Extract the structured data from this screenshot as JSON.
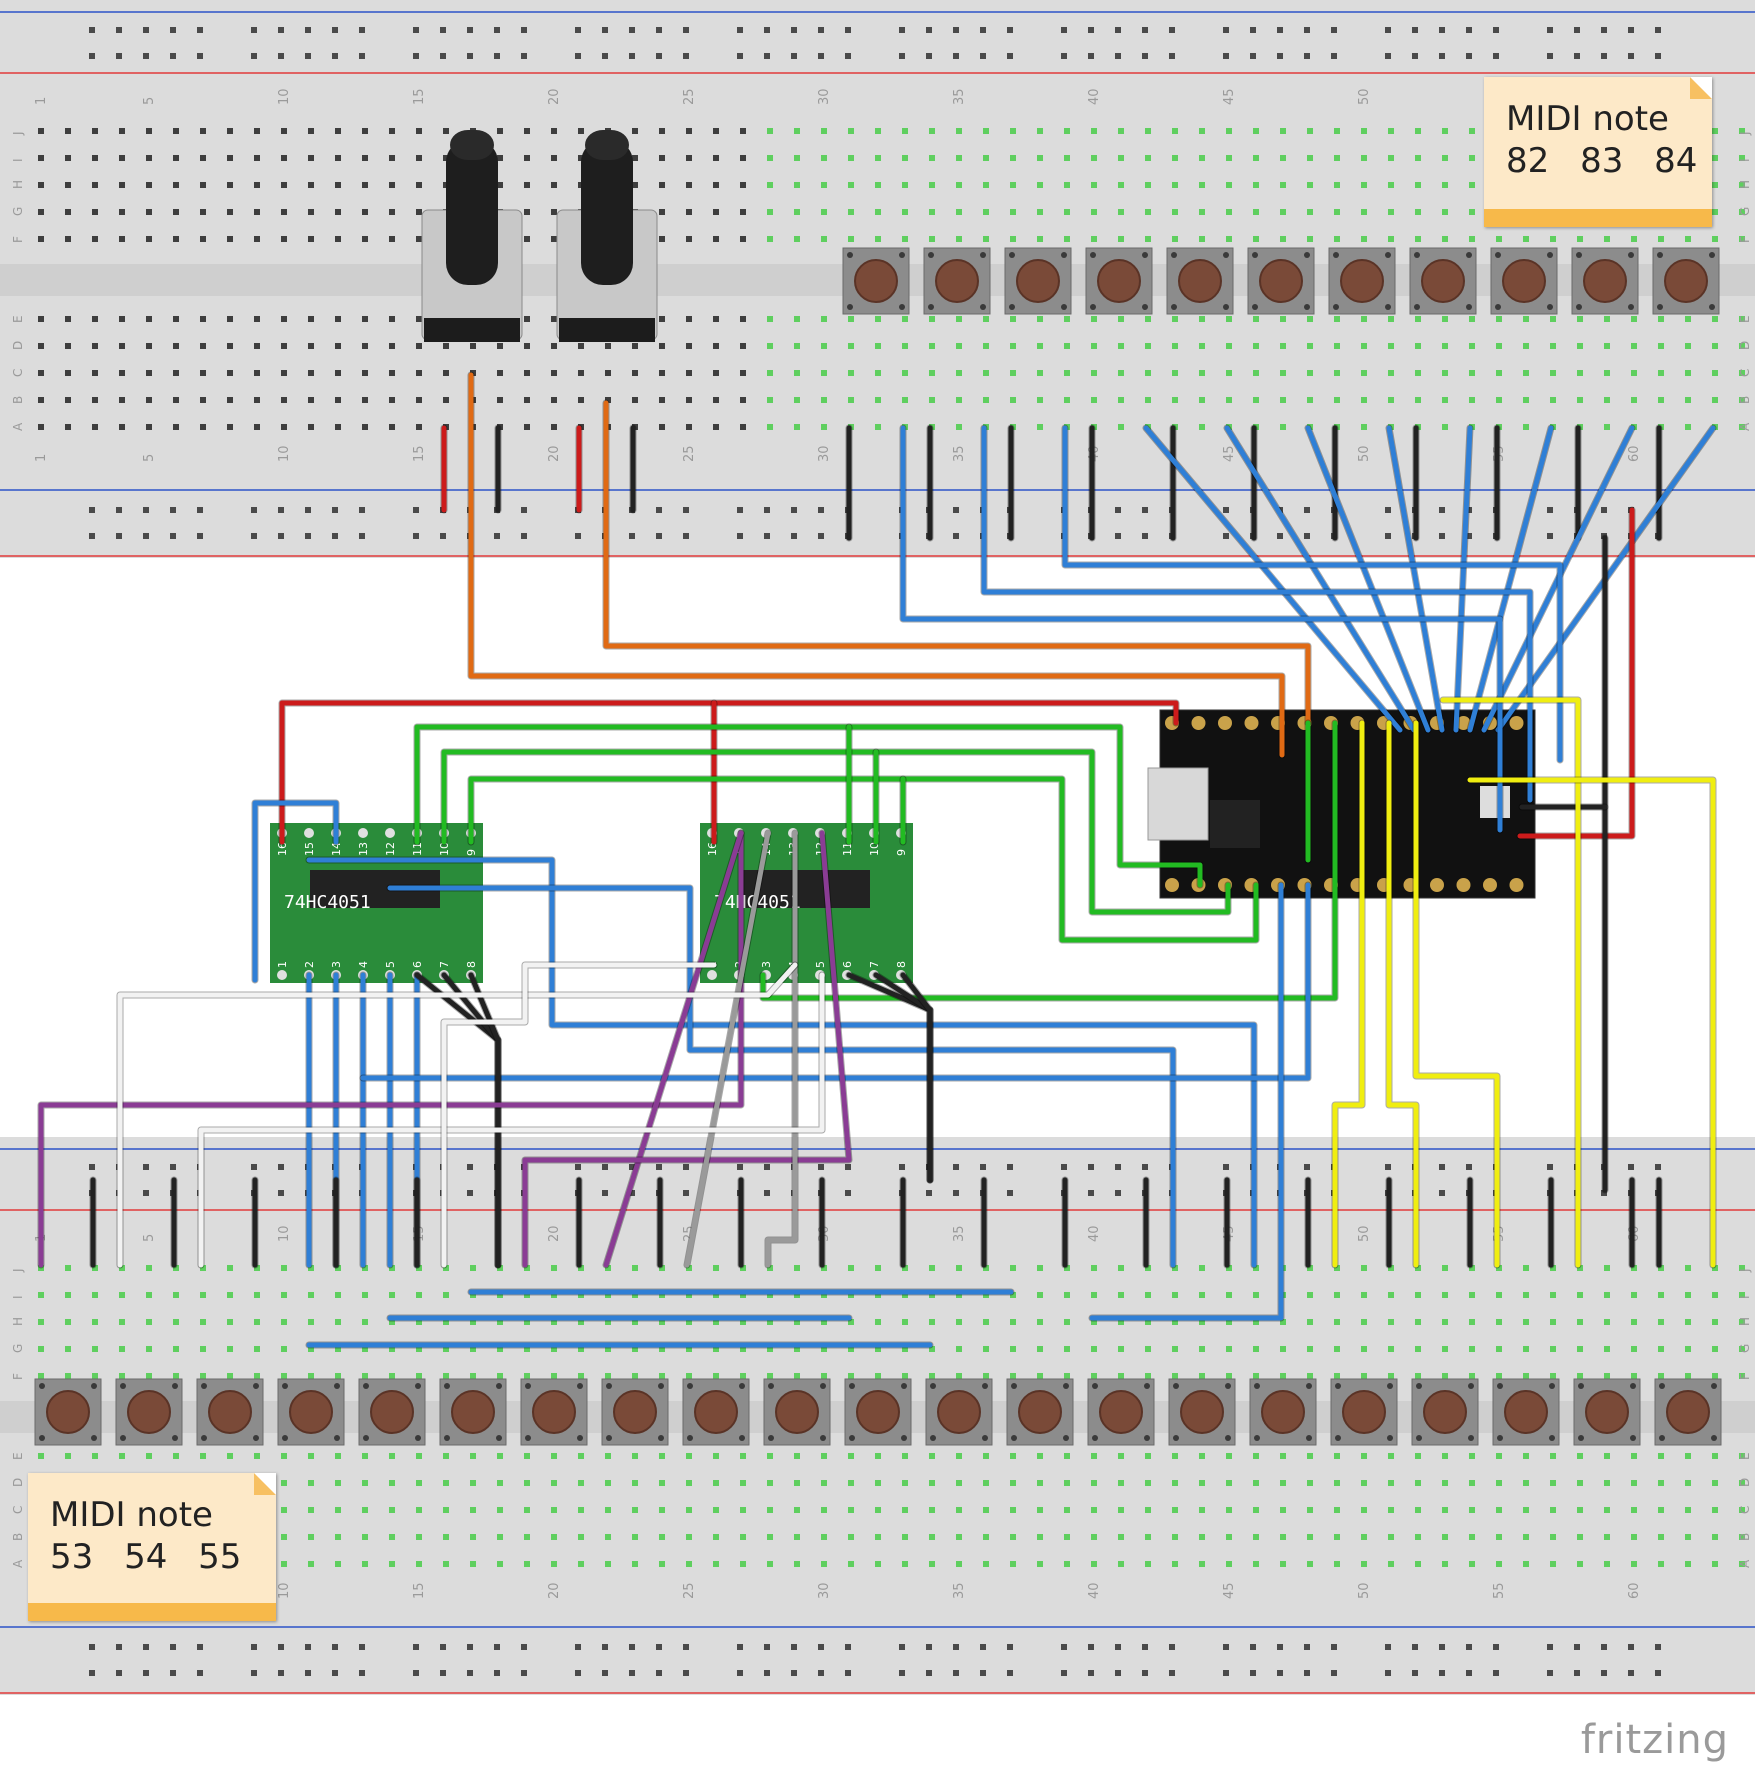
{
  "app": {
    "brand": "fritzing"
  },
  "note_top": {
    "title": "MIDI note",
    "numbers": "82  83  84"
  },
  "note_bottom": {
    "title": "MIDI note",
    "numbers": "53  54  55"
  },
  "breadboard": {
    "column_labels": [
      "1",
      "5",
      "10",
      "15",
      "20",
      "25",
      "30",
      "35",
      "40",
      "45",
      "50",
      "55",
      "60"
    ],
    "row_labels_top": [
      "J",
      "I",
      "H",
      "G",
      "F"
    ],
    "row_labels_bottom": [
      "E",
      "D",
      "C",
      "B",
      "A"
    ]
  },
  "chips": [
    {
      "label": "74HC4051",
      "top_pins": [
        "16",
        "15",
        "14",
        "13",
        "12",
        "11",
        "10",
        "9"
      ],
      "bottom_pins": [
        "1",
        "2",
        "3",
        "4",
        "5",
        "6",
        "7",
        "8"
      ]
    },
    {
      "label": "74HC4051",
      "top_pins": [
        "16",
        "15",
        "14",
        "13",
        "12",
        "11",
        "10",
        "9"
      ],
      "bottom_pins": [
        "1",
        "2",
        "3",
        "4",
        "5",
        "6",
        "7",
        "8"
      ]
    }
  ],
  "colors": {
    "breadboard": "#dcdcdc",
    "rail_red": "#e23b3b",
    "rail_blue": "#2d53c8",
    "wire_blue": "#2f7fd6",
    "wire_red": "#cc1b1b",
    "wire_green": "#22bb22",
    "wire_yellow": "#f0ee10",
    "wire_orange": "#e06a14",
    "wire_black": "#222222",
    "wire_purple": "#8a3c94",
    "wire_gray": "#9a9a9a",
    "wire_white": "#f2f2f2",
    "chip_green": "#2a8c3a",
    "button_cap": "#7a4a38"
  }
}
